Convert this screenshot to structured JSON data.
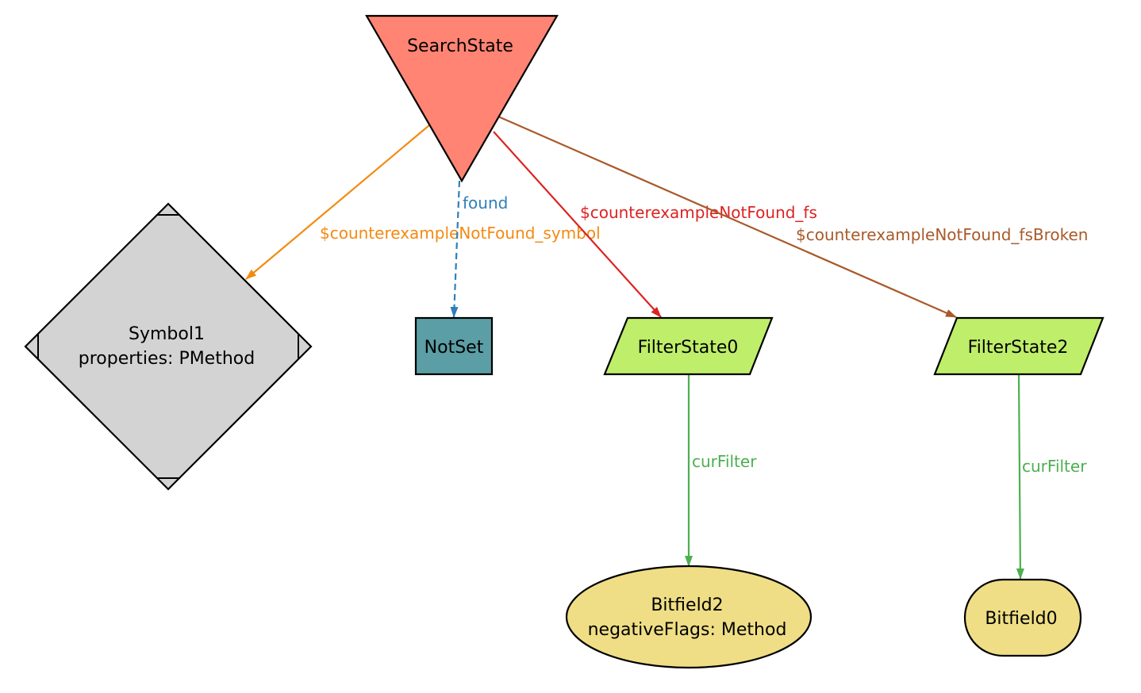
{
  "colors": {
    "search_state_fill": "#FF8473",
    "symbol_fill": "#D3D3D3",
    "notset_fill": "#5B9EA5",
    "filterstate_fill": "#BFEE6A",
    "bitfield_fill": "#EFDE85",
    "edge_symbol": "#F38A12",
    "edge_found": "#2F7FB8",
    "edge_fs": "#DD2222",
    "edge_fsbroken": "#A85A2A",
    "edge_curfilter": "#4CAF50"
  },
  "nodes": {
    "search_state": {
      "label": "SearchState"
    },
    "symbol1": {
      "title": "Symbol1",
      "property": "properties: PMethod"
    },
    "notset": {
      "label": "NotSet"
    },
    "filterstate0": {
      "label": "FilterState0"
    },
    "filterstate2": {
      "label": "FilterState2"
    },
    "bitfield2": {
      "title": "Bitfield2",
      "property": "negativeFlags: Method"
    },
    "bitfield0": {
      "label": "Bitfield0"
    }
  },
  "edges": {
    "to_symbol": {
      "label": "$counterexampleNotFound_symbol"
    },
    "to_notset": {
      "label": "found"
    },
    "to_filterstate0": {
      "label": "$counterexampleNotFound_fs"
    },
    "to_filterstate2": {
      "label": "$counterexampleNotFound_fsBroken"
    },
    "fs0_to_bitfield2": {
      "label": "curFilter"
    },
    "fs2_to_bitfield0": {
      "label": "curFilter"
    }
  }
}
